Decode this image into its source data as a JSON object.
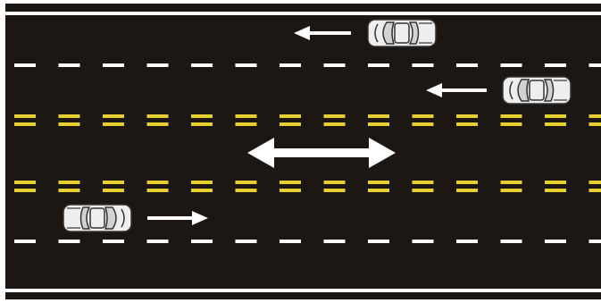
{
  "diagram": {
    "type": "road-lane-markings",
    "colors": {
      "background": "#ffffff",
      "road": "#1c1712",
      "edge_line": "#ffffff",
      "lane_dash": "#ffffff",
      "center_dash": "#e6cf30",
      "vehicle_body": "#eeeeee",
      "vehicle_outline": "#333333",
      "arrow": "#ffffff"
    },
    "markings": [
      {
        "name": "top-edge-line",
        "style": "solid",
        "color": "white"
      },
      {
        "name": "lane-divider-upper",
        "style": "dashed",
        "color": "white"
      },
      {
        "name": "two-way-left-turn-upper-line",
        "style": "double-dashed",
        "color": "yellow"
      },
      {
        "name": "two-way-left-turn-lower-line",
        "style": "double-dashed",
        "color": "yellow"
      },
      {
        "name": "lane-divider-lower",
        "style": "dashed",
        "color": "white"
      },
      {
        "name": "bottom-edge-line",
        "style": "solid",
        "color": "white"
      }
    ],
    "vehicles": [
      {
        "name": "vehicle-westbound-lane-1",
        "heading": "left"
      },
      {
        "name": "vehicle-westbound-lane-2",
        "heading": "left"
      },
      {
        "name": "vehicle-eastbound-lane-1",
        "heading": "right"
      }
    ],
    "arrows": [
      {
        "name": "arrow-westbound-lane-1",
        "direction": "left"
      },
      {
        "name": "arrow-westbound-lane-2",
        "direction": "left"
      },
      {
        "name": "arrow-center-two-way",
        "direction": "both"
      },
      {
        "name": "arrow-eastbound-lane-1",
        "direction": "right"
      }
    ]
  }
}
